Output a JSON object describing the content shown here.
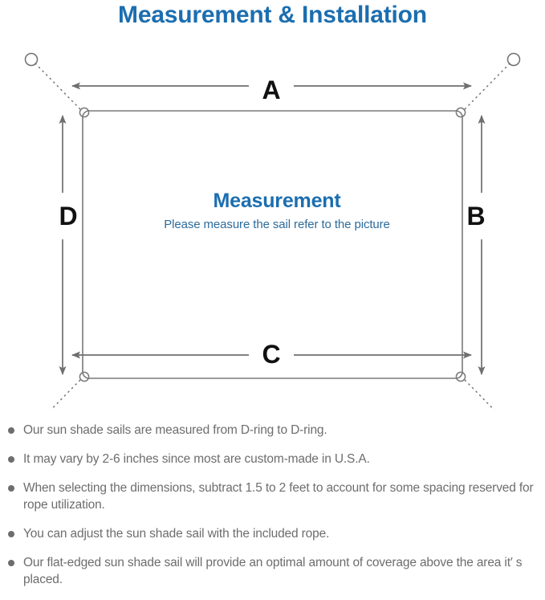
{
  "page": {
    "title": "Measurement & Installation",
    "title_color": "#1b6eb0",
    "background": "#ffffff"
  },
  "diagram": {
    "name": "sun-shade-sail-measurement-diagram",
    "type": "dimension-diagram",
    "shape": "rectangle",
    "stroke_color": "#7a7a7a",
    "center_title": "Measurement",
    "center_subtitle": "Please measure the sail refer to the picture",
    "center_title_color": "#1b6eb0",
    "center_subtitle_color": "#2c6b9c",
    "dimension_labels": [
      {
        "id": "A",
        "label": "A",
        "edge": "top",
        "direction": "horizontal"
      },
      {
        "id": "B",
        "label": "B",
        "edge": "right",
        "direction": "vertical"
      },
      {
        "id": "C",
        "label": "C",
        "edge": "bottom",
        "direction": "horizontal"
      },
      {
        "id": "D",
        "label": "D",
        "edge": "left",
        "direction": "vertical"
      }
    ],
    "corners": [
      {
        "id": "top-left",
        "d_ring": true,
        "anchor_point": true,
        "rope": "dotted"
      },
      {
        "id": "top-right",
        "d_ring": true,
        "anchor_point": true,
        "rope": "dotted"
      },
      {
        "id": "bottom-left",
        "d_ring": true,
        "anchor_point": true,
        "rope": "dotted"
      },
      {
        "id": "bottom-right",
        "d_ring": true,
        "anchor_point": true,
        "rope": "dotted"
      }
    ]
  },
  "notes": {
    "bullet_color": "#6d6d6d",
    "text_color": "#6d6d6d",
    "items": [
      "Our sun shade sails are measured from D-ring to D-ring.",
      "It may vary by 2-6 inches since most are custom-made in U.S.A.",
      "When selecting the dimensions, subtract 1.5 to 2 feet to account for some spacing reserved for rope utilization.",
      "You can adjust the sun shade sail with the included rope.",
      "Our flat-edged sun shade sail will provide an optimal amount of coverage above the area it′ s placed."
    ]
  }
}
